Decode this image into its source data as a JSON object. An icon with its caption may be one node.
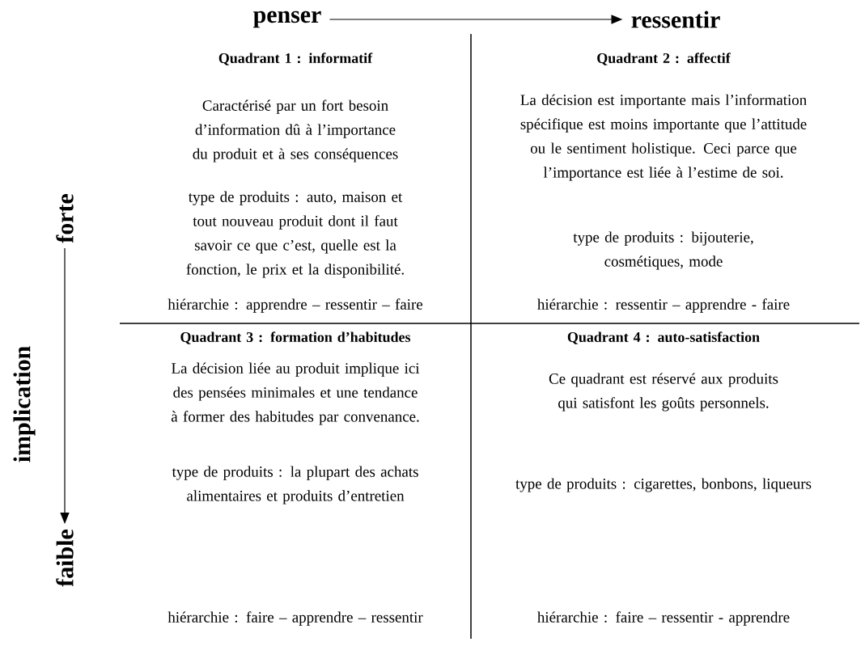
{
  "diagram": {
    "nodes": [
      {
        "text": [
          "penser"
        ]
      },
      {
        "text": [
          "ressentir"
        ]
      },
      {
        "text": [
          "forte"
        ]
      },
      {
        "text": [
          "faible"
        ]
      },
      {
        "text": [
          "Quadrant 1 : informatif",
          "Caractérisé par un fort besoin d’information dû à l’importance du produit et à ses conséquences",
          "type de produits : auto, maison et tout nouveau produit dont il faut savoir ce que c’est, quelle est la fonction, le prix et la disponibilité.",
          "hiérarchie : apprendre – ressentir – faire"
        ]
      },
      {
        "text": [
          "Quadrant 2 : affectif",
          "La décision est importante mais l’information spécifique est moins importante que l’attitude ou le sentiment holistique. Ceci parce que l’importance est liée à l’estime de soi.",
          "type de produits : bijouterie, cosmétiques, mode",
          "hiérarchie : ressentir – apprendre - faire"
        ]
      },
      {
        "text": [
          "Quadrant 3 : formation d’habitudes",
          "La décision liée au produit implique ici des pensées minimales et une tendance à former des habitudes par convenance.",
          "type de produits : la plupart des achats alimentaires et produits d’entretien",
          "hiérarchie : faire – apprendre – ressentir"
        ]
      },
      {
        "text": [
          "Quadrant 4 : auto-satisfaction",
          "Ce quadrant est réservé aux produits qui satisfont les goûts personnels.",
          "type de produits : cigarettes, bonbons, liqueurs",
          "hiérarchie : faire – ressentir - apprendre"
        ]
      }
    ],
    "edges": [
      {
        "from": 0,
        "to": 1,
        "arrow": "to"
      },
      {
        "from": 2,
        "to": 3,
        "arrow": "to"
      }
    ],
    "labels": [
      "implication"
    ]
  }
}
